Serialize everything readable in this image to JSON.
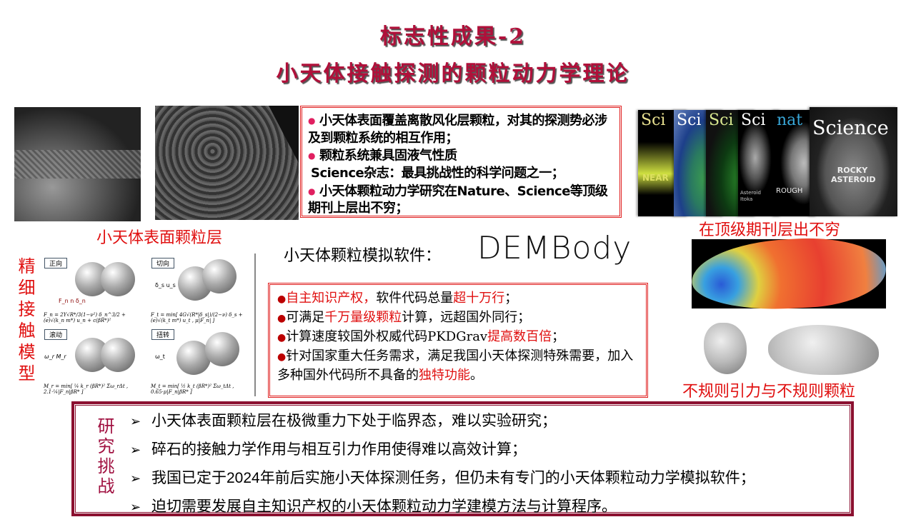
{
  "title": {
    "line1": "标志性成果-2",
    "line2": "小天体接触探测的颗粒动力学理论"
  },
  "left_images": {
    "caption": "小天体表面颗粒层"
  },
  "science_box": {
    "items": [
      "小天体表面覆盖离散风化层颗粒，对其的探测势必涉及到颗粒系统的相互作用；",
      "颗粒系统兼具固液气性质",
      "Science杂志：最具挑战性的科学问题之一；",
      "小天体颗粒动力学研究在Nature、Science等顶级期刊上层出不穷；"
    ]
  },
  "journals": {
    "caption": "在顶级期刊层出不穷",
    "covers": [
      {
        "mast": "Sci",
        "text": "NEAR"
      },
      {
        "mast": "Sci",
        "text": ""
      },
      {
        "mast": "Sci",
        "text": ""
      },
      {
        "mast": "Sci",
        "text": "Asteroid Itoka"
      },
      {
        "mast": "nat",
        "text": "ROUGH"
      },
      {
        "mast": "Science",
        "text": "ROCKY ASTEROID"
      }
    ]
  },
  "contact_model": {
    "heading": "精细接触模型",
    "panels": [
      {
        "label": "正向",
        "symbol": "F_n  n  δ_n",
        "eq": "F_n = 2Y√R*/3(1−ν²) δ_n^3/2 + (e)√(k_n m*) u_n + c(βR*)²"
      },
      {
        "label": "切向",
        "symbol": "δ_s  u_s",
        "eq": "F_t = min[ 4G√(R*|δ_s|)/(2−ν) δ_s + (e)√(k_t m*) u_t ,  μ|F_n| ]"
      },
      {
        "label": "滚动",
        "symbol": "ω_r  M_r",
        "eq": "M_r = min[ ¼ k_r (βR*)² Σω_rΔt ,  2.1·¼|F_n|βR* ]"
      },
      {
        "label": "扭转",
        "symbol": "ω_t",
        "eq": "M_t = min[ ½ k_t (βR*)² Σω_tΔt ,  0.65·μ|F_n|βR* ]"
      }
    ]
  },
  "software": {
    "label": "小天体颗粒模拟软件：",
    "logo": "DEMBody"
  },
  "features": [
    [
      {
        "t": "自主知识产权，",
        "r": true
      },
      {
        "t": "软件代码总量",
        "r": false
      },
      {
        "t": "超十万行",
        "r": true
      },
      {
        "t": "；",
        "r": false
      }
    ],
    [
      {
        "t": "可满足",
        "r": false
      },
      {
        "t": "千万量级颗粒",
        "r": true
      },
      {
        "t": "计算，远超国外同行；",
        "r": false
      }
    ],
    [
      {
        "t": "计算速度较国外权威代码PKDGrav",
        "r": false
      },
      {
        "t": "提高数百倍",
        "r": true
      },
      {
        "t": "；",
        "r": false
      }
    ],
    [
      {
        "t": "针对国家重大任务需求，满足我国小天体探测特殊需要，加入多种国外代码所不具备的",
        "r": false
      },
      {
        "t": "独特功能",
        "r": true
      },
      {
        "t": "。",
        "r": false
      }
    ]
  ],
  "irregular": {
    "caption": "不规则引力与不规则颗粒"
  },
  "challenges": {
    "heading": "研究挑战",
    "items": [
      "小天体表面颗粒层在极微重力下处于临界态，难以实验研究；",
      "碎石的接触力学作用与相互引力作用使得难以高效计算；",
      "我国已定于2024年前后实施小天体探测任务，但仍未有专门的小天体颗粒动力学模拟软件；",
      "迫切需要发展自主知识产权的小天体颗粒动力学建模方法与计算程序。"
    ]
  },
  "colors": {
    "title": "#b0103a",
    "red": "#e01010",
    "frame": "#8b1030"
  }
}
